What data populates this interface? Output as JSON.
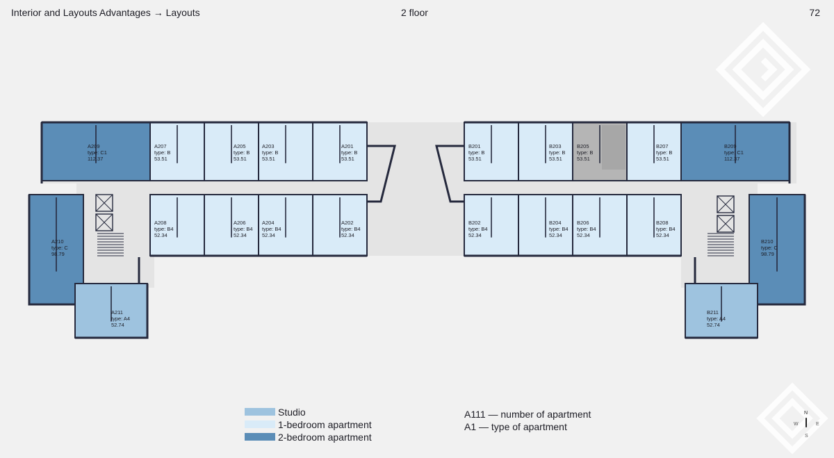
{
  "header": {
    "breadcrumb": "Interior and Layouts Advantages → Layouts",
    "floor": "2 floor",
    "page_number": "72"
  },
  "colors": {
    "background": "#f1f1f1",
    "studio": "#9ec3df",
    "one_bedroom": "#d9ebf8",
    "two_bedroom": "#5b8db7",
    "corridor": "#e4e4e4",
    "walls": "#25293d",
    "service": "#b5b5b5"
  },
  "legend": {
    "studio": "Studio",
    "one_bedroom": "1-bedroom apartment",
    "two_bedroom": "2-bedroom apartment"
  },
  "keys": {
    "number": "A111 — number of apartment",
    "type": "A1 — type of apartment"
  },
  "compass": {
    "n": "N",
    "w": "W",
    "e": "E",
    "s": "S"
  },
  "units": [
    {
      "number": "A209",
      "type": "type: C1",
      "area": "112.37",
      "category": "two_bedroom"
    },
    {
      "number": "A207",
      "type": "type: B",
      "area": "53.51",
      "category": "one_bedroom"
    },
    {
      "number": "A205",
      "type": "type: B",
      "area": "53.51",
      "category": "one_bedroom"
    },
    {
      "number": "A203",
      "type": "type: B",
      "area": "53.51",
      "category": "one_bedroom"
    },
    {
      "number": "A201",
      "type": "type: B",
      "area": "53.51",
      "category": "one_bedroom"
    },
    {
      "number": "A208",
      "type": "type: B4",
      "area": "52.34",
      "category": "one_bedroom"
    },
    {
      "number": "A206",
      "type": "type: B4",
      "area": "52.34",
      "category": "one_bedroom"
    },
    {
      "number": "A204",
      "type": "type: B4",
      "area": "52.34",
      "category": "one_bedroom"
    },
    {
      "number": "A202",
      "type": "type: B4",
      "area": "52.34",
      "category": "one_bedroom"
    },
    {
      "number": "A210",
      "type": "type: C",
      "area": "98.79",
      "category": "two_bedroom"
    },
    {
      "number": "A211",
      "type": "type: A4",
      "area": "52.74",
      "category": "studio"
    },
    {
      "number": "B201",
      "type": "type: B",
      "area": "53.51",
      "category": "one_bedroom"
    },
    {
      "number": "B203",
      "type": "type: B",
      "area": "53.51",
      "category": "one_bedroom"
    },
    {
      "number": "B205",
      "type": "type: B",
      "area": "53.51",
      "category": "service"
    },
    {
      "number": "B207",
      "type": "type: B",
      "area": "53.51",
      "category": "one_bedroom"
    },
    {
      "number": "B209",
      "type": "type: C1",
      "area": "112.37",
      "category": "two_bedroom"
    },
    {
      "number": "B202",
      "type": "type: B4",
      "area": "52.34",
      "category": "one_bedroom"
    },
    {
      "number": "B204",
      "type": "type: B4",
      "area": "52.34",
      "category": "one_bedroom"
    },
    {
      "number": "B206",
      "type": "type: B4",
      "area": "52.34",
      "category": "one_bedroom"
    },
    {
      "number": "B208",
      "type": "type: B4",
      "area": "52.34",
      "category": "one_bedroom"
    },
    {
      "number": "B210",
      "type": "type: C",
      "area": "98.79",
      "category": "two_bedroom"
    },
    {
      "number": "B211",
      "type": "type: A4",
      "area": "52.74",
      "category": "studio"
    }
  ]
}
